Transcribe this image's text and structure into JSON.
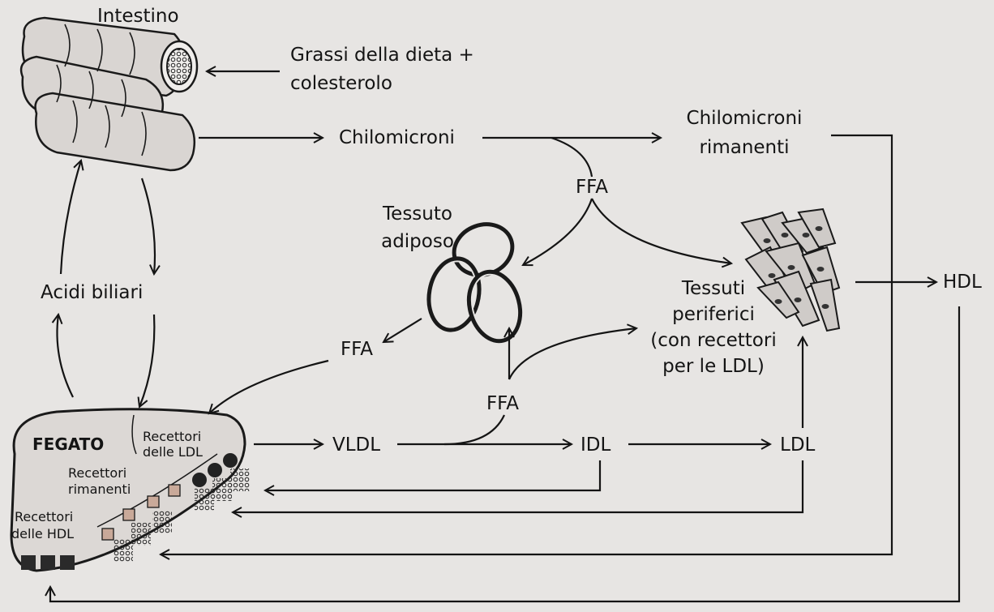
{
  "labels": {
    "intestine": "Intestino",
    "dietary_fats_line1": "Grassi della dieta +",
    "dietary_fats_line2": "colesterolo",
    "chylomicrons": "Chilomicroni",
    "remnants_line1": "Chilomicroni",
    "remnants_line2": "rimanenti",
    "ffa_top": "FFA",
    "adipose_line1": "Tessuto",
    "adipose_line2": "adiposo",
    "peripheral_line1": "Tessuti",
    "peripheral_line2": "periferici",
    "peripheral_line3": "(con recettori",
    "peripheral_line4": "per le LDL)",
    "hdl": "HDL",
    "bile_acids": "Acidi biliari",
    "ffa_left": "FFA",
    "ffa_middle": "FFA",
    "liver": "FEGATO",
    "ldl_receptors_line1": "Recettori",
    "ldl_receptors_line2": "delle LDL",
    "remnant_receptors_line1": "Recettori",
    "remnant_receptors_line2": "rimanenti",
    "hdl_receptors_line1": "Recettori",
    "hdl_receptors_line2": "delle HDL",
    "vldl": "VLDL",
    "idl": "IDL",
    "ldl": "LDL"
  },
  "icons": [
    "intestine-illustration",
    "adipose-cells-illustration",
    "peripheral-cells-illustration",
    "liver-illustration"
  ],
  "colors": {
    "ink": "#141414",
    "background": "#e7e5e3",
    "tissue": "#d6d3d0"
  }
}
